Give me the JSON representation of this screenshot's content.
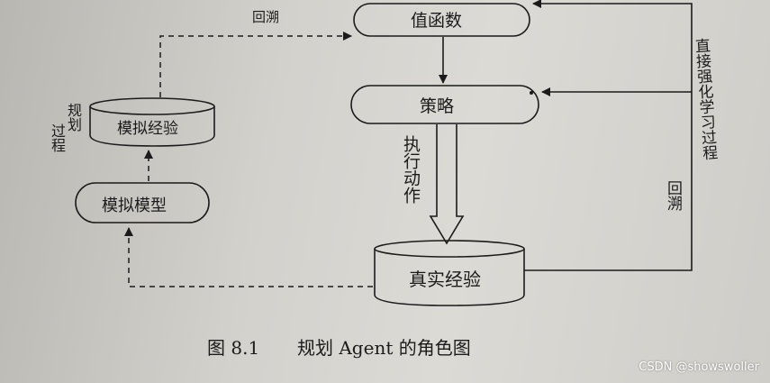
{
  "nodes": {
    "value_function": "值函数",
    "policy": "策略",
    "simulated_experience": "模拟经验",
    "simulated_model": "模拟模型",
    "real_experience": "真实经验"
  },
  "edges": {
    "backup_top": "回溯",
    "direct_rl": "直接强化学习过程",
    "backup_right": "回溯",
    "planning": "规划过程",
    "acting": "执行动作"
  },
  "caption": {
    "number": "图 8.1",
    "text": "规划 Agent 的角色图"
  },
  "watermark": "CSDN @showswoller"
}
